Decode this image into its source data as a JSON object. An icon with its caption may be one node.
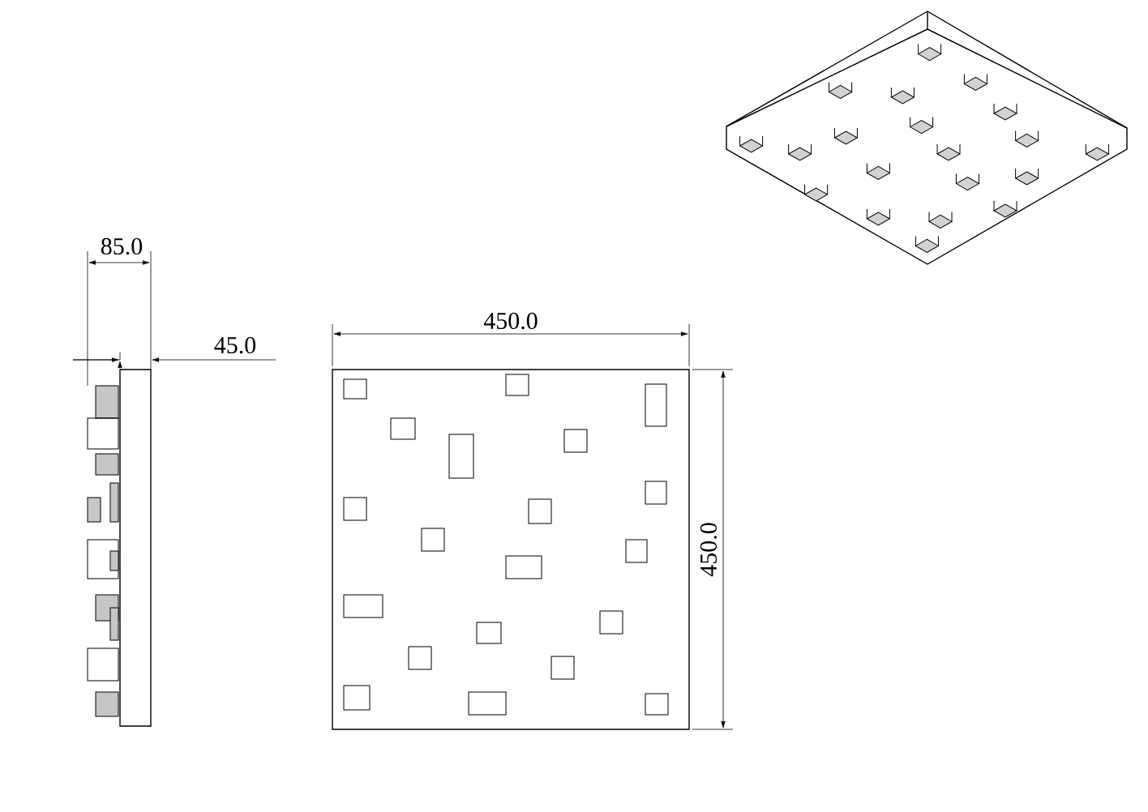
{
  "diagram": {
    "labels": [
      "85.0",
      "45.0",
      "450.0",
      "450.0"
    ]
  }
}
